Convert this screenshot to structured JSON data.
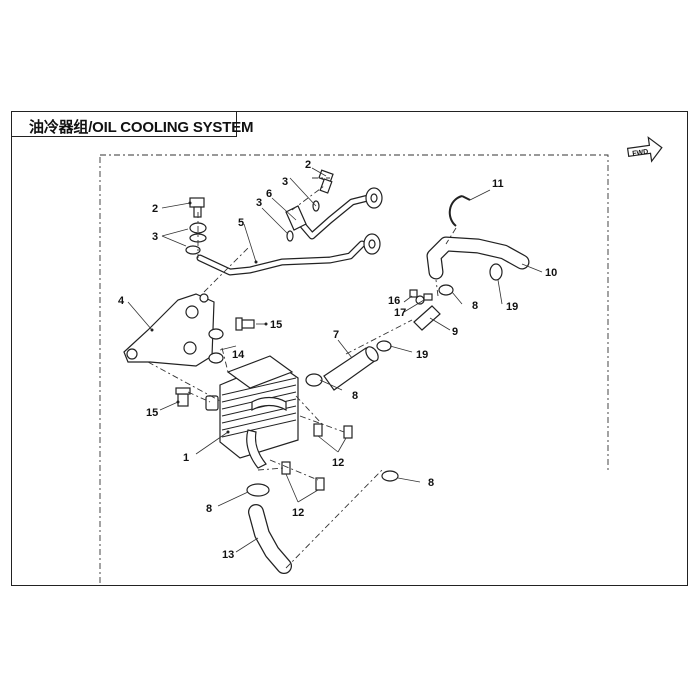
{
  "title": "油冷器组/OIL COOLING SYSTEM",
  "fwd_label": "FWD",
  "callouts": [
    {
      "id": "c1",
      "label": "1"
    },
    {
      "id": "c2a",
      "label": "2"
    },
    {
      "id": "c2b",
      "label": "2"
    },
    {
      "id": "c3a",
      "label": "3"
    },
    {
      "id": "c3b",
      "label": "3"
    },
    {
      "id": "c3c",
      "label": "3"
    },
    {
      "id": "c4",
      "label": "4"
    },
    {
      "id": "c5",
      "label": "5"
    },
    {
      "id": "c6",
      "label": "6"
    },
    {
      "id": "c7",
      "label": "7"
    },
    {
      "id": "c8a",
      "label": "8"
    },
    {
      "id": "c8b",
      "label": "8"
    },
    {
      "id": "c8c",
      "label": "8"
    },
    {
      "id": "c8d",
      "label": "8"
    },
    {
      "id": "c9",
      "label": "9"
    },
    {
      "id": "c10",
      "label": "10"
    },
    {
      "id": "c11",
      "label": "11"
    },
    {
      "id": "c12a",
      "label": "12"
    },
    {
      "id": "c12b",
      "label": "12"
    },
    {
      "id": "c13",
      "label": "13"
    },
    {
      "id": "c14",
      "label": "14"
    },
    {
      "id": "c15a",
      "label": "15"
    },
    {
      "id": "c15b",
      "label": "15"
    },
    {
      "id": "c16",
      "label": "16"
    },
    {
      "id": "c17",
      "label": "17"
    },
    {
      "id": "c19a",
      "label": "19"
    },
    {
      "id": "c19b",
      "label": "19"
    }
  ]
}
